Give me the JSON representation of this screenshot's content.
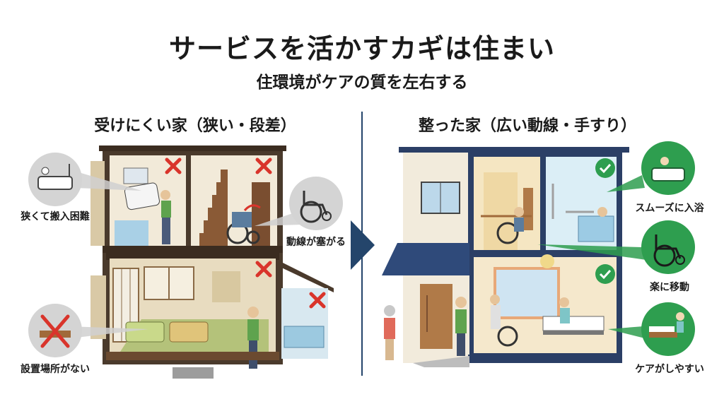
{
  "title": "サービスを活かすカギは住まい",
  "subtitle": "住環境がケアの質を左右する",
  "left": {
    "heading": "受けにくい家（狭い・段差）",
    "callouts": [
      {
        "label": "狭くて搬入困難",
        "icon": "bathtub-icon",
        "status": "cross"
      },
      {
        "label": "動線が塞がる",
        "icon": "wheelchair-icon",
        "status": "cross"
      },
      {
        "label": "設置場所がない",
        "icon": "bed-crossed-icon",
        "status": "cross"
      }
    ]
  },
  "right": {
    "heading": "整った家（広い動線・手すり）",
    "callouts": [
      {
        "label": "スムーズに入浴",
        "icon": "bathtub-icon",
        "status": "check"
      },
      {
        "label": "楽に移動",
        "icon": "wheelchair-icon",
        "status": "check"
      },
      {
        "label": "ケアがしやすい",
        "icon": "care-bed-icon",
        "status": "check"
      }
    ]
  },
  "colors": {
    "cross": "#d9342b",
    "check": "#2e9e4f",
    "navy": "#2b3f66",
    "divider": "#24456b"
  }
}
